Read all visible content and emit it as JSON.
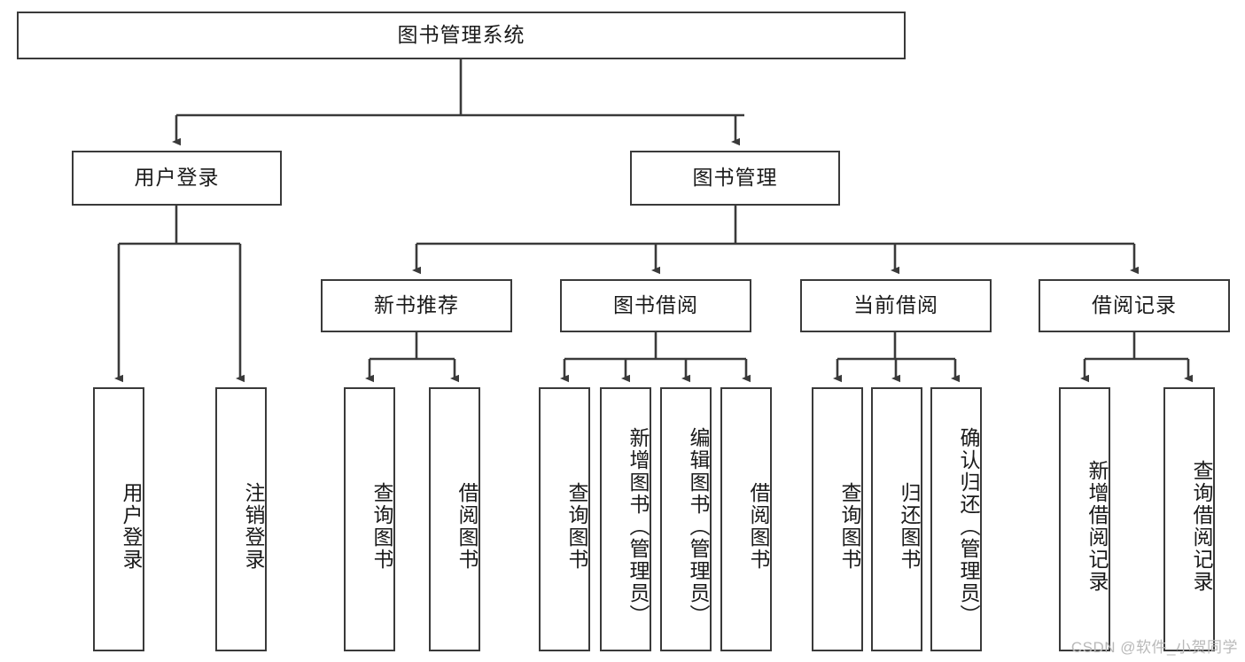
{
  "diagram": {
    "type": "tree",
    "title_node": {
      "label": "图书管理系统"
    },
    "level2": [
      {
        "id": "user-login",
        "label": "用户登录"
      },
      {
        "id": "book-manage",
        "label": "图书管理"
      }
    ],
    "level3": [
      {
        "id": "new-book-recommend",
        "label": "新书推荐"
      },
      {
        "id": "book-borrow",
        "label": "图书借阅"
      },
      {
        "id": "current-borrow",
        "label": "当前借阅"
      },
      {
        "id": "borrow-record",
        "label": "借阅记录"
      }
    ],
    "leaves": {
      "user_login": [
        {
          "id": "leaf-user-login",
          "label": "用户登录"
        },
        {
          "id": "leaf-logout-login",
          "label": "注销登录"
        }
      ],
      "new_book_recommend": [
        {
          "id": "leaf-query-book-1",
          "label": "查询图书"
        },
        {
          "id": "leaf-borrow-book-1",
          "label": "借阅图书"
        }
      ],
      "book_borrow": [
        {
          "id": "leaf-query-book-2",
          "label": "查询图书"
        },
        {
          "id": "leaf-add-book",
          "label": "新增图书（管理员）"
        },
        {
          "id": "leaf-edit-book",
          "label": "编辑图书（管理员）"
        },
        {
          "id": "leaf-borrow-book-2",
          "label": "借阅图书"
        }
      ],
      "current_borrow": [
        {
          "id": "leaf-query-book-3",
          "label": "查询图书"
        },
        {
          "id": "leaf-return-book",
          "label": "归还图书"
        },
        {
          "id": "leaf-confirm-return",
          "label": "确认归还（管理员）"
        }
      ],
      "borrow_record": [
        {
          "id": "leaf-add-record",
          "label": "新增借阅记录"
        },
        {
          "id": "leaf-query-record",
          "label": "查询借阅记录"
        }
      ]
    }
  },
  "watermark": {
    "text": "CSDN @软件_小贺同学"
  },
  "colors": {
    "stroke": "#3a3a3a",
    "background": "#ffffff",
    "text": "#1a1a1a",
    "watermark": "#b9b9b9"
  }
}
